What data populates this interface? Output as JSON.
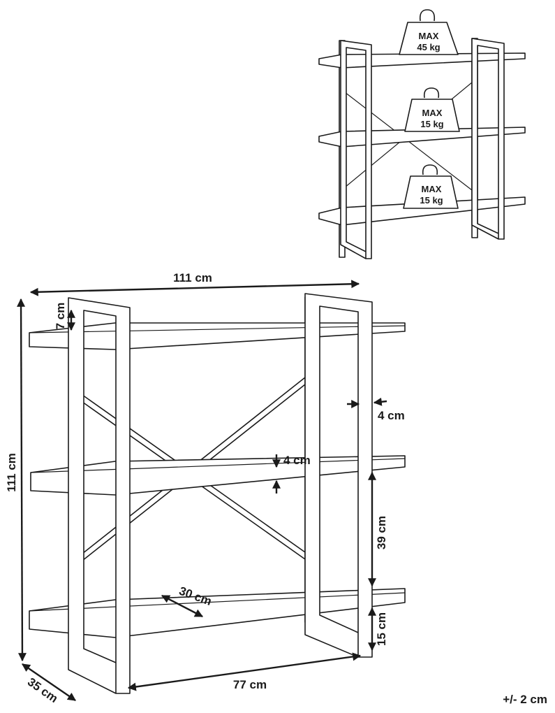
{
  "dimensions": {
    "width_top": "111 cm",
    "height_total": "111 cm",
    "top_offset": "7 cm",
    "frame_thickness": "4 cm",
    "shelf_thickness": "4 cm",
    "shelf_spacing": "39 cm",
    "bottom_clearance": "15 cm",
    "shelf_depth": "30 cm",
    "inner_width": "77 cm",
    "base_depth": "35 cm",
    "tolerance": "+/- 2 cm"
  },
  "weights": [
    {
      "line1": "MAX",
      "line2": "45 kg"
    },
    {
      "line1": "MAX",
      "line2": "15 kg"
    },
    {
      "line1": "MAX",
      "line2": "15 kg"
    }
  ]
}
